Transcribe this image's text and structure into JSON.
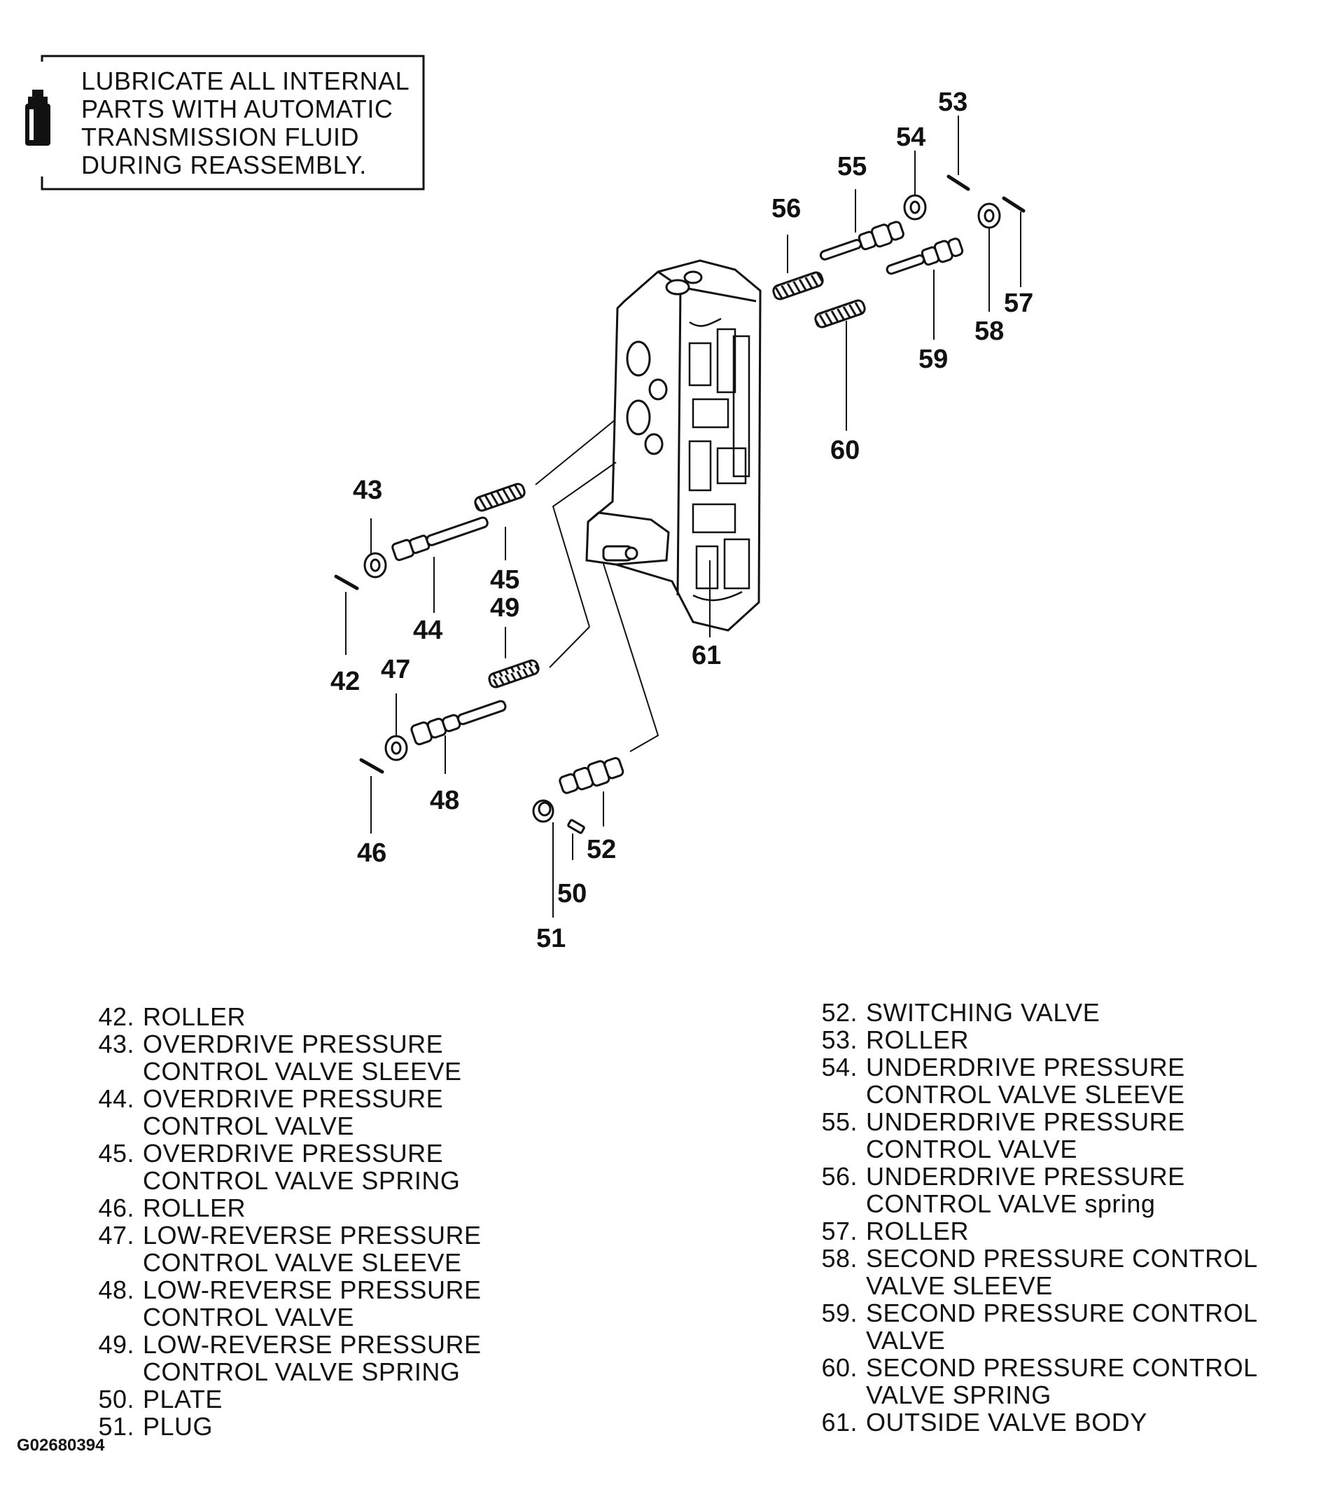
{
  "note": {
    "lines": [
      "LUBRICATE ALL INTERNAL",
      "PARTS WITH AUTOMATIC",
      "TRANSMISSION FLUID",
      "DURING REASSEMBLY."
    ],
    "icon": "oil-can-icon"
  },
  "callouts": [
    "42",
    "43",
    "44",
    "45",
    "46",
    "47",
    "48",
    "49",
    "50",
    "51",
    "52",
    "53",
    "54",
    "55",
    "56",
    "57",
    "58",
    "59",
    "60",
    "61"
  ],
  "legend_left": [
    {
      "num": "42.",
      "desc": "ROLLER"
    },
    {
      "num": "43.",
      "desc": "OVERDRIVE PRESSURE\nCONTROL VALVE SLEEVE"
    },
    {
      "num": "44.",
      "desc": "OVERDRIVE PRESSURE\nCONTROL VALVE"
    },
    {
      "num": "45.",
      "desc": "OVERDRIVE PRESSURE\nCONTROL VALVE SPRING"
    },
    {
      "num": "46.",
      "desc": "ROLLER"
    },
    {
      "num": "47.",
      "desc": "LOW-REVERSE PRESSURE\nCONTROL VALVE SLEEVE"
    },
    {
      "num": "48.",
      "desc": "LOW-REVERSE PRESSURE\nCONTROL VALVE"
    },
    {
      "num": "49.",
      "desc": "LOW-REVERSE PRESSURE\nCONTROL VALVE SPRING"
    },
    {
      "num": "50.",
      "desc": "PLATE"
    },
    {
      "num": "51.",
      "desc": "PLUG"
    }
  ],
  "legend_right": [
    {
      "num": "52.",
      "desc": "SWITCHING VALVE"
    },
    {
      "num": "53.",
      "desc": "ROLLER"
    },
    {
      "num": "54.",
      "desc": "UNDERDRIVE PRESSURE\nCONTROL VALVE SLEEVE"
    },
    {
      "num": "55.",
      "desc": "UNDERDRIVE PRESSURE\nCONTROL VALVE"
    },
    {
      "num": "56.",
      "desc": "UNDERDRIVE PRESSURE\nCONTROL VALVE spring"
    },
    {
      "num": "57.",
      "desc": "ROLLER"
    },
    {
      "num": "58.",
      "desc": "SECOND PRESSURE CONTROL\nVALVE SLEEVE"
    },
    {
      "num": "59.",
      "desc": "SECOND PRESSURE CONTROL\nVALVE"
    },
    {
      "num": "60.",
      "desc": "SECOND PRESSURE CONTROL\nVALVE SPRING"
    },
    {
      "num": "61.",
      "desc": "OUTSIDE VALVE BODY"
    }
  ],
  "figure_id": "G02680394"
}
